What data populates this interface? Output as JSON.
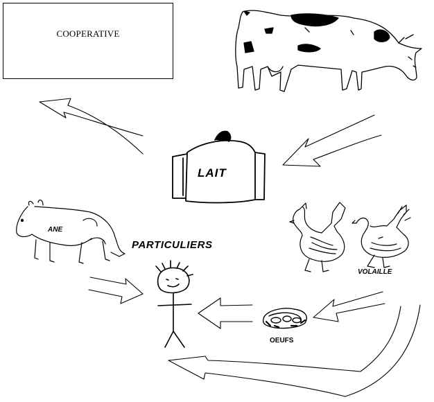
{
  "labels": {
    "cooperative": "COOPERATIVE",
    "lait": "LAIT",
    "ane": "ANE",
    "particuliers": "PARTICULIERS",
    "volaille": "VOLAILLE",
    "oeufs": "OEUFS"
  },
  "colors": {
    "ink": "#000000",
    "background": "#ffffff"
  },
  "icons": [
    "cow-icon",
    "milk-can-icon",
    "donkey-icon",
    "person-icon",
    "hen-icon",
    "duck-icon",
    "eggs-nest-icon",
    "flow-arrow-icon"
  ]
}
